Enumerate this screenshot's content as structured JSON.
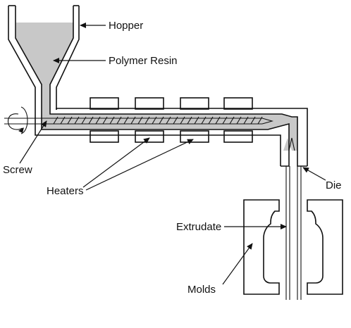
{
  "labels": {
    "hopper": "Hopper",
    "polymer_resin": "Polymer Resin",
    "screw": "Screw",
    "heaters": "Heaters",
    "die": "Die",
    "extrudate": "Extrudate",
    "molds": "Molds"
  },
  "colors": {
    "resin_fill": "#c8c8c8",
    "line": "#111111",
    "background": "#ffffff"
  }
}
